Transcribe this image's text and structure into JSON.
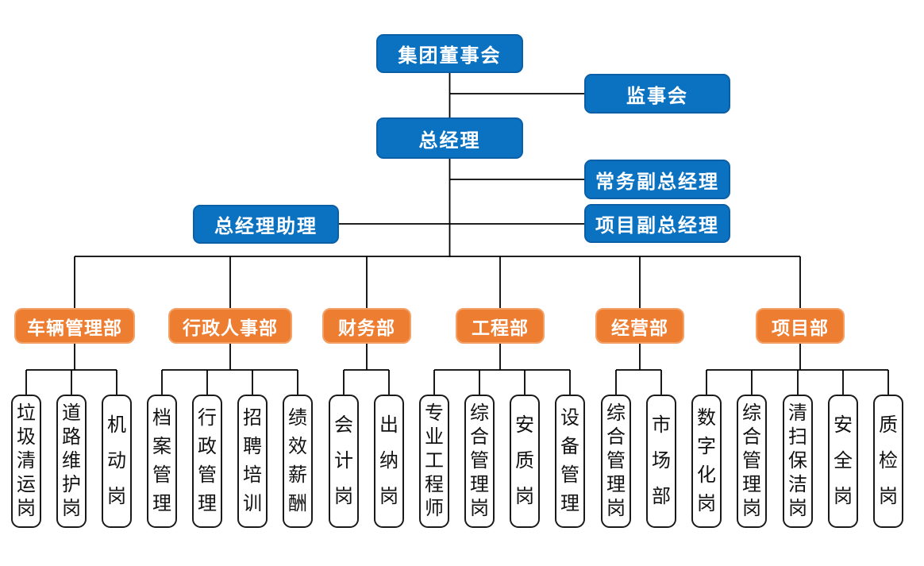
{
  "colors": {
    "canvas_bg": "#ffffff",
    "executive_fill": "#0B72C2",
    "executive_border": "#0A5FA6",
    "department_fill": "#ED7D31",
    "department_border": "#F2A169",
    "position_fill": "#ffffff",
    "position_border": "#1A1A1A",
    "connector": "#000000",
    "text_on_color": "#ffffff",
    "text_on_white": "#111111"
  },
  "executives": {
    "board": "集团董事会",
    "supervisory_board": "监事会",
    "general_manager": "总经理",
    "executive_deputy_gm": "常务副总经理",
    "project_deputy_gm": "项目副总经理",
    "gm_assistant": "总经理助理"
  },
  "departments": [
    {
      "label": "车辆管理部",
      "positions": [
        "垃圾清运岗",
        "道路维护岗",
        "机动岗"
      ]
    },
    {
      "label": "行政人事部",
      "positions": [
        "档案管理",
        "行政管理",
        "招聘培训",
        "绩效薪酬"
      ]
    },
    {
      "label": "财务部",
      "positions": [
        "会计岗",
        "出纳岗"
      ]
    },
    {
      "label": "工程部",
      "positions": [
        "专业工程师",
        "综合管理岗",
        "安质岗",
        "设备管理"
      ]
    },
    {
      "label": "经营部",
      "positions": [
        "综合管理岗",
        "市场部"
      ]
    },
    {
      "label": "项目部",
      "positions": [
        "数字化岗",
        "综合管理岗",
        "清扫保洁岗",
        "安全岗",
        "质检岗"
      ]
    }
  ]
}
